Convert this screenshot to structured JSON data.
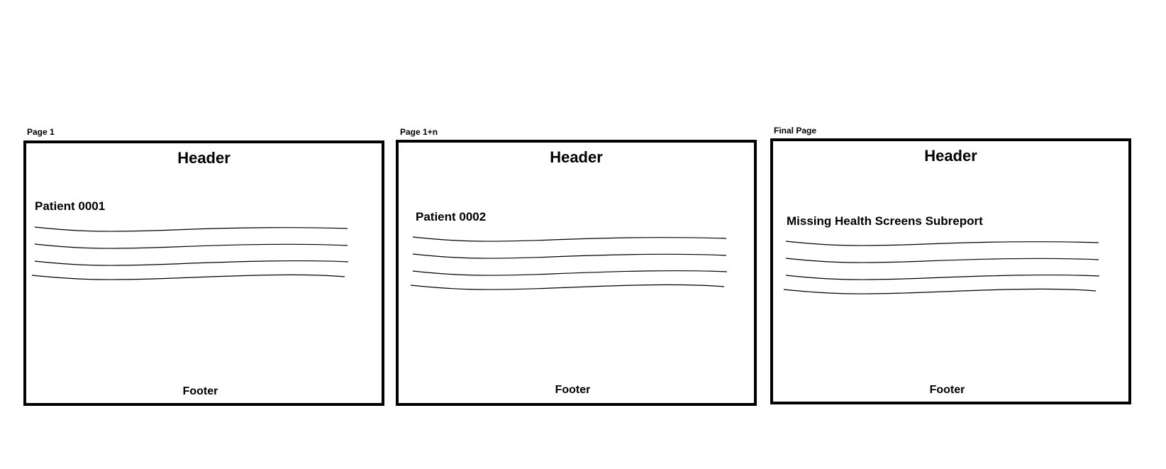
{
  "pages": [
    {
      "label": "Page 1",
      "header": "Header",
      "content_title": "Patient 0001",
      "footer": "Footer"
    },
    {
      "label": "Page 1+n",
      "header": "Header",
      "content_title": "Patient 0002",
      "footer": "Footer"
    },
    {
      "label": "Final Page",
      "header": "Header",
      "content_title": "Missing Health Screens Subreport",
      "footer": "Footer"
    }
  ]
}
